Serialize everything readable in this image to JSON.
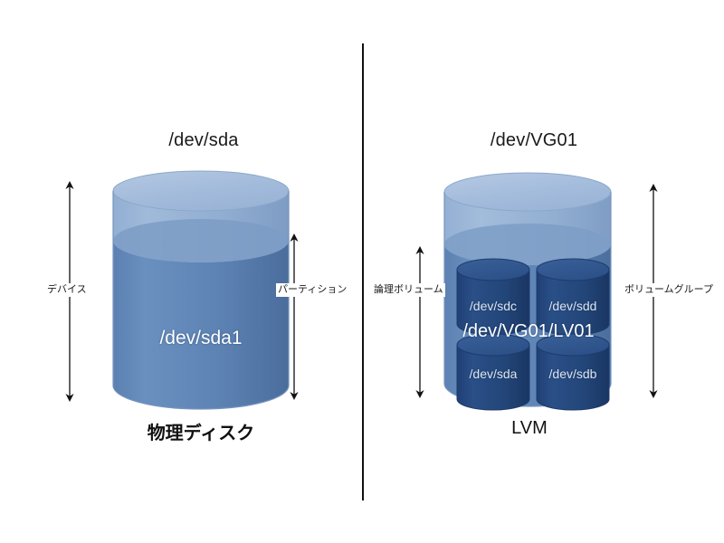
{
  "diagram": {
    "kind": "storage-architecture-comparison",
    "background_color": "#ffffff",
    "divider_color": "#101010"
  },
  "palette": {
    "cylinder_top_light": "#9cb7d8",
    "cylinder_upper_body": "#8fabce",
    "cylinder_lower_body": "#5c82b3",
    "cylinder_outline": "#6d8db8",
    "inner_cylinder_body": "#23477d",
    "inner_cylinder_top": "#2f5690",
    "inner_cylinder_outline": "#1b3a68",
    "text_white": "#ffffff",
    "text_dark": "#1a1a1a"
  },
  "left_panel": {
    "name": "physical-disk-panel",
    "title": "/dev/sda",
    "caption": "物理ディスク",
    "partition_label": "/dev/sda1",
    "measures": [
      {
        "name": "device",
        "label": "デバイス",
        "side": "left"
      },
      {
        "name": "partition",
        "label": "パーティション",
        "side": "right"
      }
    ]
  },
  "right_panel": {
    "name": "lvm-panel",
    "title": "/dev/VG01",
    "caption": "LVM",
    "logical_volume_label": "/dev/VG01/LV01",
    "physical_volumes": [
      {
        "name": "pv-sdc",
        "label": "/dev/sdc",
        "position": "top-left"
      },
      {
        "name": "pv-sdd",
        "label": "/dev/sdd",
        "position": "top-right"
      },
      {
        "name": "pv-sda",
        "label": "/dev/sda",
        "position": "bottom-left"
      },
      {
        "name": "pv-sdb",
        "label": "/dev/sdb",
        "position": "bottom-right"
      }
    ],
    "measures": [
      {
        "name": "logical-volume",
        "label": "論理ボリューム",
        "side": "left"
      },
      {
        "name": "volume-group",
        "label": "ボリュームグループ",
        "side": "right"
      }
    ]
  }
}
